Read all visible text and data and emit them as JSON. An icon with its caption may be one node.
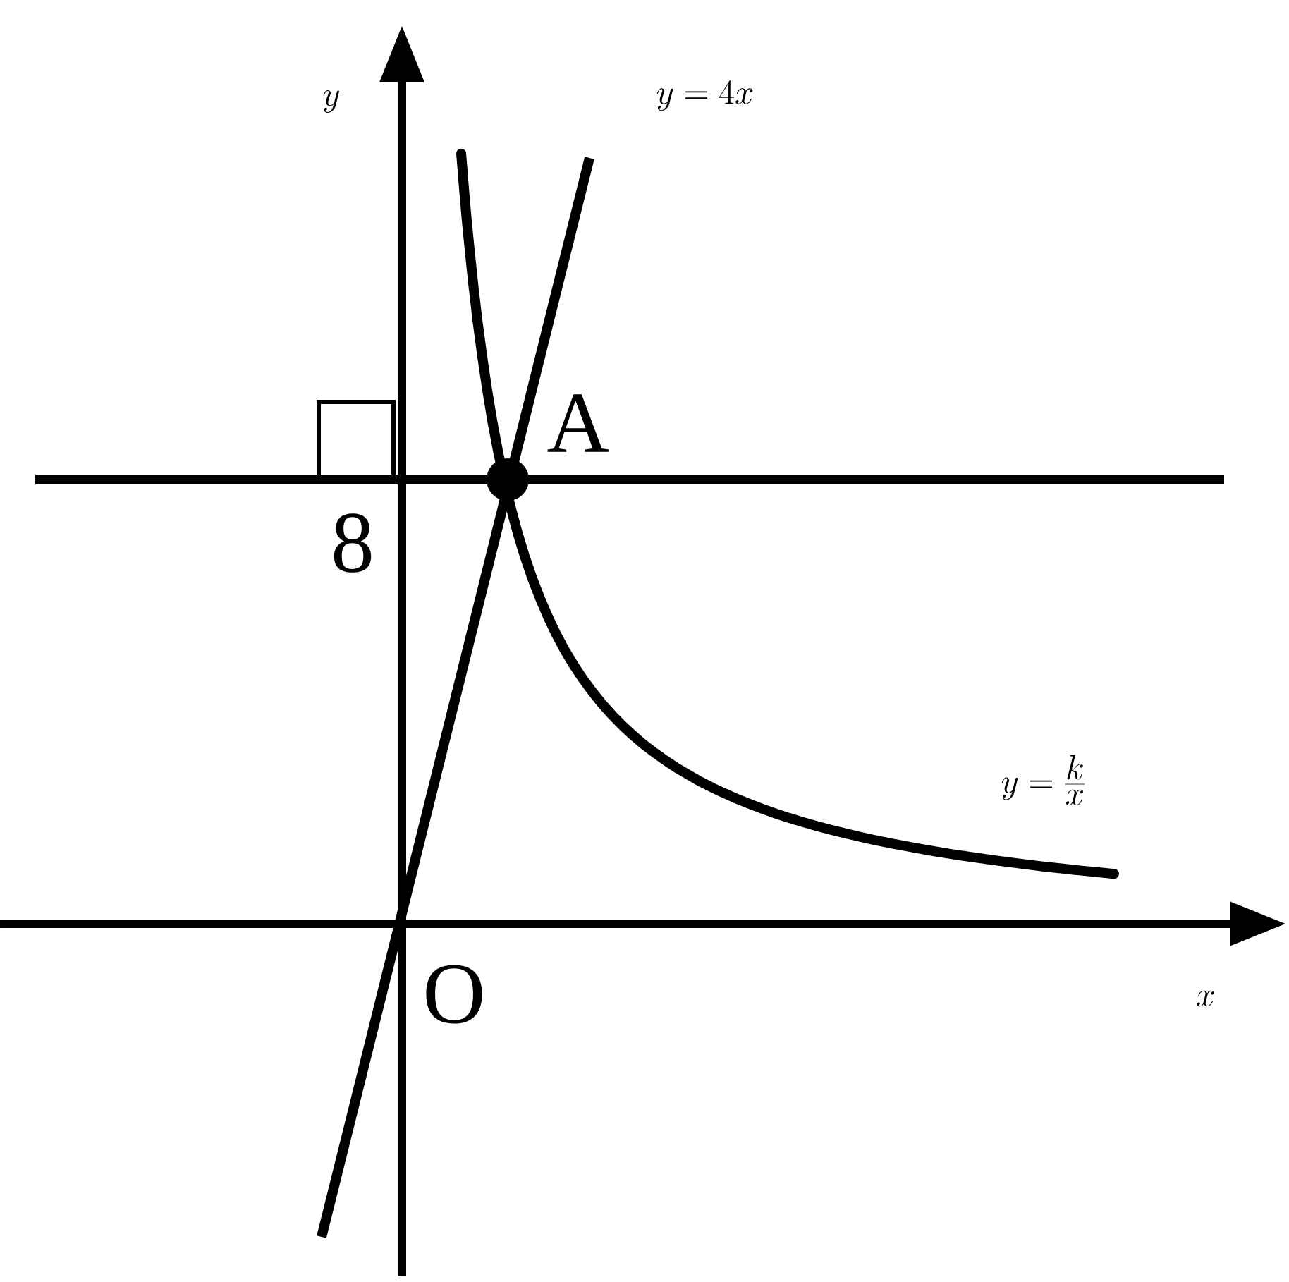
{
  "diagram": {
    "labels": [
      "y",
      "y=4x",
      "A",
      "8",
      "O",
      "x",
      "y=\\frac{k}{x}"
    ]
  }
}
